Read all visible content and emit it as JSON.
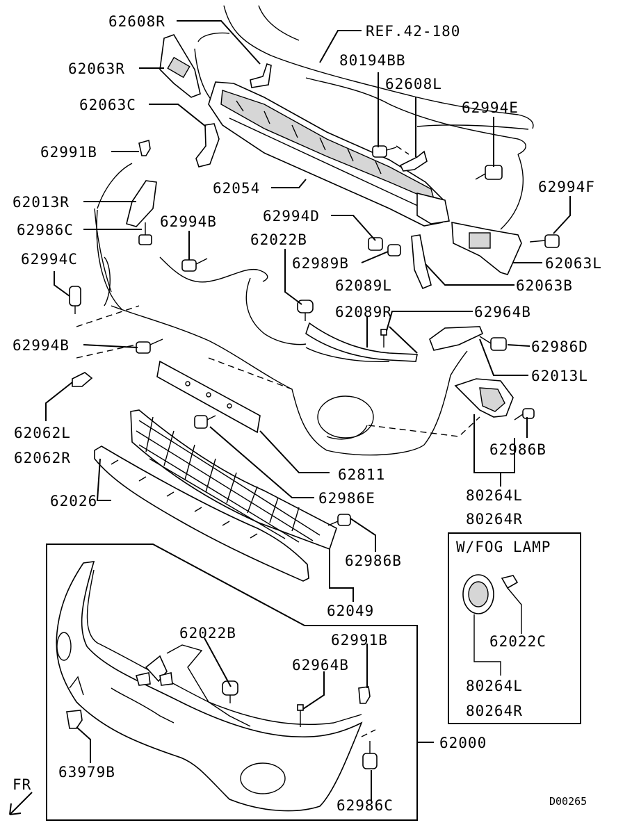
{
  "labels": {
    "p62608R": "62608R",
    "ref": "REF.42-180",
    "p80194BB": "80194BB",
    "p62063R": "62063R",
    "p62608L": "62608L",
    "p62063C": "62063C",
    "p62994E": "62994E",
    "p62991B_top": "62991B",
    "p62054": "62054",
    "p62994F": "62994F",
    "p62013R": "62013R",
    "p62994D": "62994D",
    "p62986C_top": "62986C",
    "p62994B_top": "62994B",
    "p62022B_top": "62022B",
    "p62994C": "62994C",
    "p62989B": "62989B",
    "p62063L": "62063L",
    "p62089L": "62089L",
    "p62063B": "62063B",
    "p62089R": "62089R",
    "p62964B_top": "62964B",
    "p62994B_mid": "62994B",
    "p62986D": "62986D",
    "p62013L": "62013L",
    "p62062L": "62062L",
    "p62062R": "62062R",
    "p62986B_right": "62986B",
    "p62811": "62811",
    "p80264L_top": "80264L",
    "p62986E": "62986E",
    "p62026": "62026",
    "p80264R_top": "80264R",
    "fog_title": "W/FOG LAMP",
    "p62986B_low": "62986B",
    "p62049": "62049",
    "p62022C": "62022C",
    "p62022B_low": "62022B",
    "p62991B_low": "62991B",
    "p62964B_low": "62964B",
    "p80264L_fog": "80264L",
    "p80264R_fog": "80264R",
    "p62000": "62000",
    "p63979B": "63979B",
    "fr": "FR",
    "p62986C_low": "62986C",
    "code": "D00265"
  }
}
